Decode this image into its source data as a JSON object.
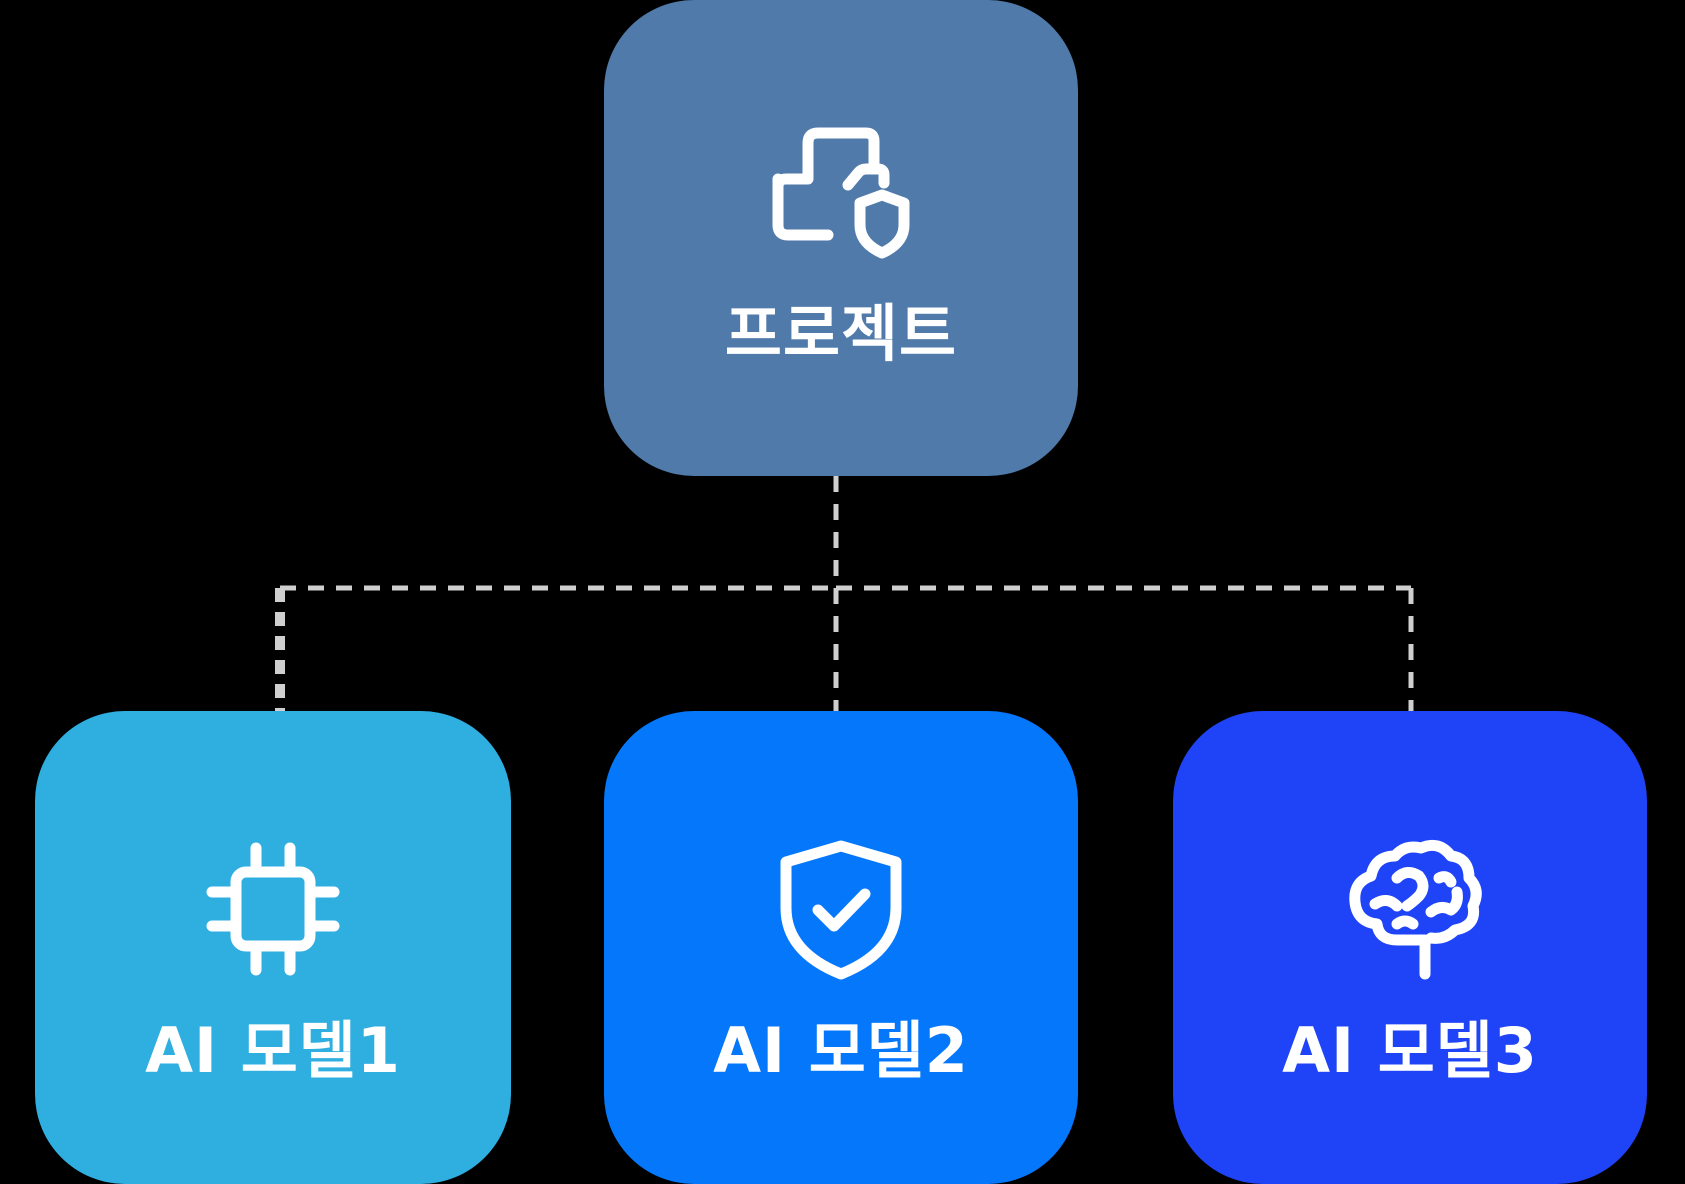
{
  "diagram": {
    "root": {
      "label": "프로젝트",
      "icon": "folder-shield-icon",
      "color": "#4f7aaa"
    },
    "children": [
      {
        "label": "AI 모델1",
        "icon": "cpu-chip-icon",
        "color": "#2faee0"
      },
      {
        "label": "AI 모델2",
        "icon": "shield-check-icon",
        "color": "#0577fb"
      },
      {
        "label": "AI 모델3",
        "icon": "brain-icon",
        "color": "#1f44f7"
      }
    ],
    "connector_color": "#cfcfcf",
    "background": "#000000"
  }
}
